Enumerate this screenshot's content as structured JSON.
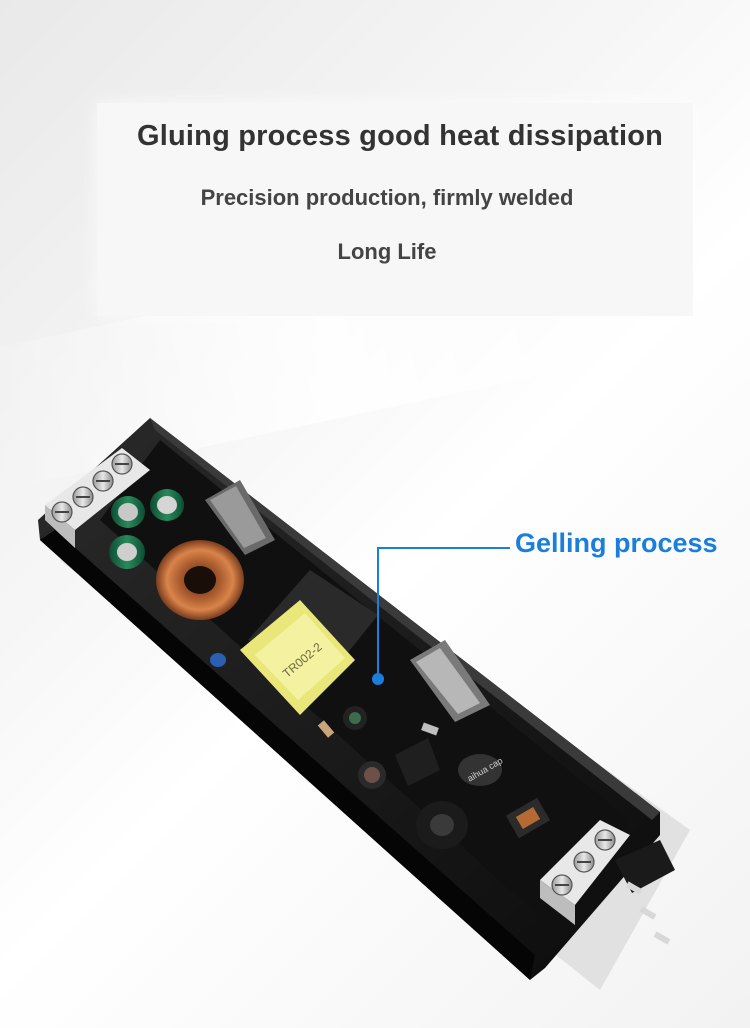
{
  "header": {
    "headline": "Gluing process good heat dissipation",
    "subline_1": "Precision production, firmly welded",
    "subline_2": "Long Life"
  },
  "callout": {
    "label": "Gelling process",
    "color": "#1a7fdc"
  },
  "product": {
    "transformer_marking": "TR002-2",
    "capacitor_marking": "aihua cap"
  },
  "colors": {
    "housing": "#1c1c1c",
    "board": "#111111",
    "transformer": "#e9e77a",
    "coil": "#c26a36"
  }
}
